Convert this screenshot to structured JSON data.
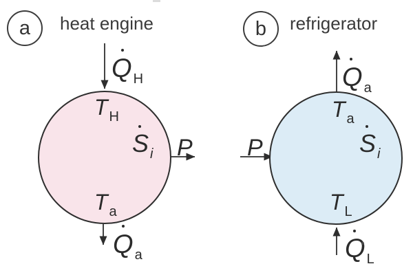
{
  "figure": {
    "type": "thermodynamic-system-diagram",
    "ink_color": "#2e2e2e",
    "panels": [
      {
        "badge": "a",
        "title": "heat engine",
        "circle_fill": "#f9e4ea",
        "labels": {
          "heat_in": {
            "letter": "Q",
            "sub": "H",
            "dotted": true
          },
          "hot_temp": {
            "letter": "T",
            "sub": "H"
          },
          "entropy": {
            "letter": "S",
            "sub": "i",
            "dotted": true
          },
          "ambient_temp": {
            "letter": "T",
            "sub": "a"
          },
          "heat_out": {
            "letter": "Q",
            "sub": "a",
            "dotted": true
          },
          "power": {
            "letter": "P"
          }
        }
      },
      {
        "badge": "b",
        "title": "refrigerator",
        "circle_fill": "#dcecf6",
        "labels": {
          "heat_out": {
            "letter": "Q",
            "sub": "a",
            "dotted": true
          },
          "ambient_temp": {
            "letter": "T",
            "sub": "a"
          },
          "entropy": {
            "letter": "S",
            "sub": "i",
            "dotted": true
          },
          "low_temp": {
            "letter": "T",
            "sub": "L"
          },
          "heat_in": {
            "letter": "Q",
            "sub": "L",
            "dotted": true
          },
          "power": {
            "letter": "P"
          }
        }
      }
    ]
  }
}
